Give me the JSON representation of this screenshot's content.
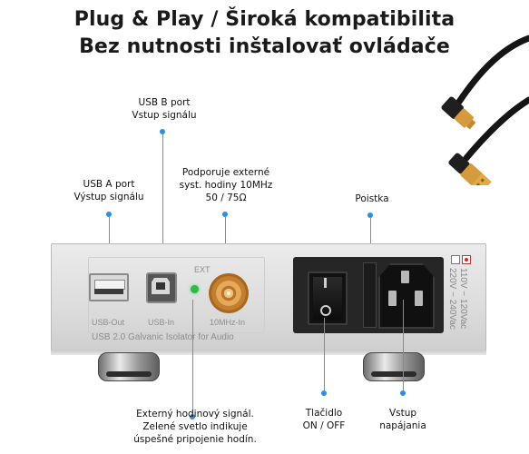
{
  "headline": {
    "line1": "Plug & Play / Široká kompatibilita",
    "line2": "Bez nutnosti inštalovať ovládače"
  },
  "callouts": {
    "usb_b": [
      "USB B port",
      "Vstup signálu"
    ],
    "usb_a": [
      "USB A port",
      "Výstup signálu"
    ],
    "ext_clock": [
      "Podporuje externé",
      "syst. hodiny 10MHz",
      "50 / 75Ω"
    ],
    "fuse": [
      "Poistka"
    ],
    "clock_signal": [
      "Externý hodinový signál.",
      "Zelené svetlo indikuje",
      "úspešné pripojenie hodín."
    ],
    "switch": [
      "Tlačidlo",
      "ON / OFF"
    ],
    "power_input": [
      "Vstup",
      "napájania"
    ]
  },
  "device": {
    "usb_out_label": "USB-Out",
    "usb_in_label": "USB-In",
    "ext_label": "EXT",
    "clock_in_label": "10MHz-In",
    "caption": "USB 2.0 Galvanic Isolator for Audio",
    "voltage_1": "110V ~ 120Vac",
    "voltage_2": "220V ~ 240Vac"
  },
  "colors": {
    "accent_dot": "#2b8fe8",
    "led": "#2dbb45",
    "bnc": "#c98a3e"
  },
  "icons": [
    "usb-a-port-icon",
    "usb-b-port-icon",
    "bnc-connector-icon",
    "power-switch-icon",
    "iec-socket-icon",
    "usb-cable-icon"
  ]
}
